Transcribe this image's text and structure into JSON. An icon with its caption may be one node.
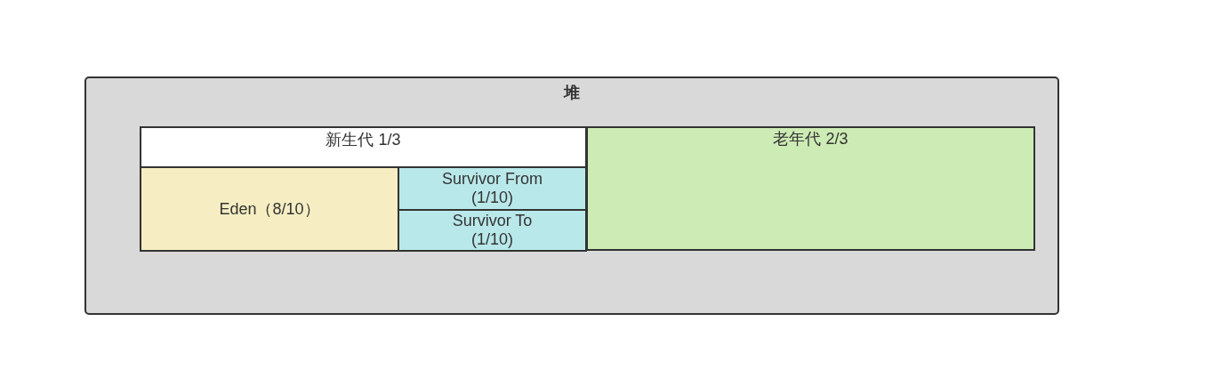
{
  "diagram": {
    "nodes": [
      {
        "text": [
          "堆"
        ]
      },
      {
        "text": [
          "新生代 1/3"
        ],
        "in": 0
      },
      {
        "text": [
          "Eden（8/10）"
        ],
        "in": 1
      },
      {
        "text": [
          "Survivor From (1/10)"
        ],
        "in": 1
      },
      {
        "text": [
          "Survivor To (1/10)"
        ],
        "in": 1
      },
      {
        "text": [
          "老年代 2/3"
        ],
        "in": 0
      }
    ]
  }
}
